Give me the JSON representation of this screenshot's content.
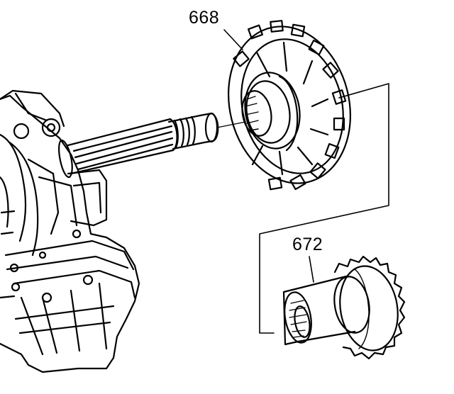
{
  "figure": {
    "callouts": [
      {
        "id": "668",
        "text": "668"
      },
      {
        "id": "672",
        "text": "672"
      }
    ],
    "colors": {
      "ink": "#000000",
      "paper": "#ffffff"
    }
  }
}
